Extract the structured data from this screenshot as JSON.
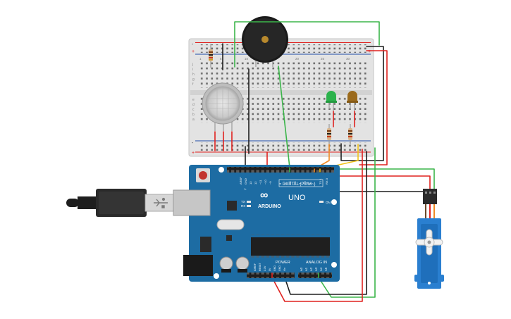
{
  "arduino": {
    "brand_label": "ARDUINO",
    "model_label": "UNO",
    "digital_label": "DIGITAL (PWM~)",
    "power_label": "POWER",
    "analog_label": "ANALOG IN",
    "on_label": "ON",
    "tx_label": "TX",
    "rx_label": "RX",
    "l_label": "L",
    "aref_label": "AREF",
    "gnd_label": "GND",
    "digital_pins": [
      "13",
      "12",
      "~11",
      "~10",
      "~9",
      "8",
      "7",
      "~6",
      "~5",
      "4",
      "~3",
      "2",
      "TX 1",
      "RX 0"
    ],
    "power_pins": [
      "IOREF",
      "RESET",
      "3.3V",
      "5V",
      "GND",
      "GND",
      "Vin"
    ],
    "analog_pins": [
      "A0",
      "A1",
      "A2",
      "A3",
      "A4",
      "A5"
    ]
  },
  "breadboard": {
    "rail_plus": "+",
    "rail_minus": "-",
    "row_letters_top": [
      "j",
      "i",
      "h",
      "g",
      "f"
    ],
    "row_letters_bottom": [
      "e",
      "d",
      "c",
      "b",
      "a"
    ],
    "column_numbers": [
      "1",
      "5",
      "10",
      "15",
      "20",
      "25",
      "30"
    ]
  },
  "components": {
    "buzzer": "piezo-buzzer",
    "gas_sensor": "gas-sensor",
    "led_green": "#2bb24c",
    "led_amber": "#9b6a1c",
    "servo": "micro-servo",
    "usb_cable": "usb-cable"
  },
  "colors": {
    "wire_red": "#e0221f",
    "wire_black": "#1e1e1e",
    "wire_green": "#3bb54a",
    "wire_yellow": "#f0c419",
    "wire_orange": "#f08a24",
    "board_blue": "#1d6ca3",
    "servo_blue": "#2a7fd0"
  }
}
